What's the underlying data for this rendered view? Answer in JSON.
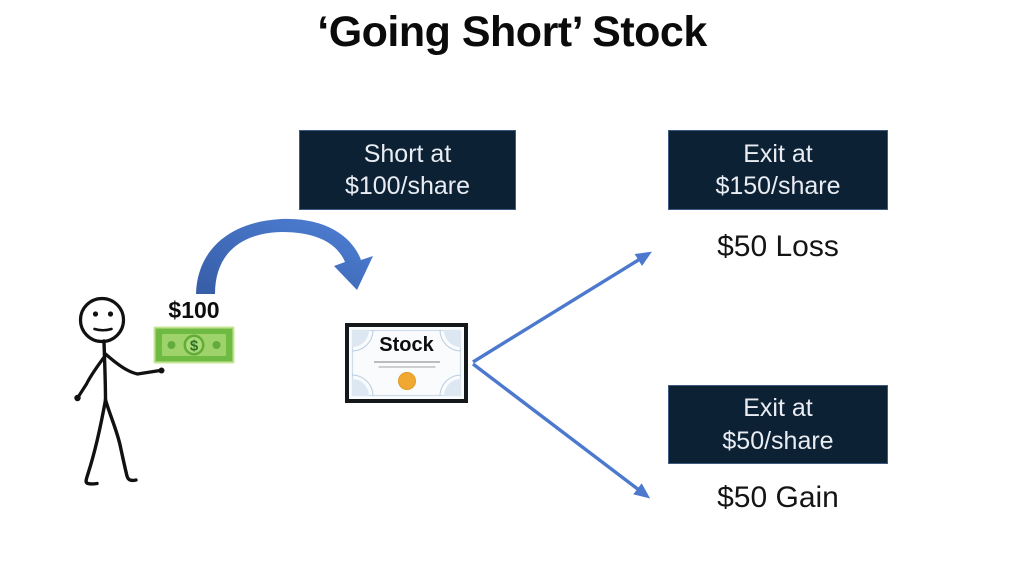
{
  "title": "‘Going Short’ Stock",
  "flow": {
    "entry_box": {
      "line1": "Short at",
      "line2": "$100/share"
    },
    "exit_loss_box": {
      "line1": "Exit at",
      "line2": "$150/share"
    },
    "exit_gain_box": {
      "line1": "Exit at",
      "line2": "$50/share"
    },
    "loss_label": "$50 Loss",
    "gain_label": "$50 Gain"
  },
  "money": {
    "label": "$100",
    "symbol": "$"
  },
  "certificate": {
    "label": "Stock"
  },
  "colors": {
    "box_navy": "#0d2134",
    "box_border": "#3e5c7f",
    "box_text": "#e9edf3",
    "arrow_blue": "#4c79ce",
    "curved_arrow_start": "#365da6",
    "curved_arrow_end": "#4f80d6",
    "money_frame_green": "#6fba43",
    "money_panel_green": "#9ed36b",
    "money_dark_green": "#2f7022",
    "seal_orange": "#f0a832"
  }
}
